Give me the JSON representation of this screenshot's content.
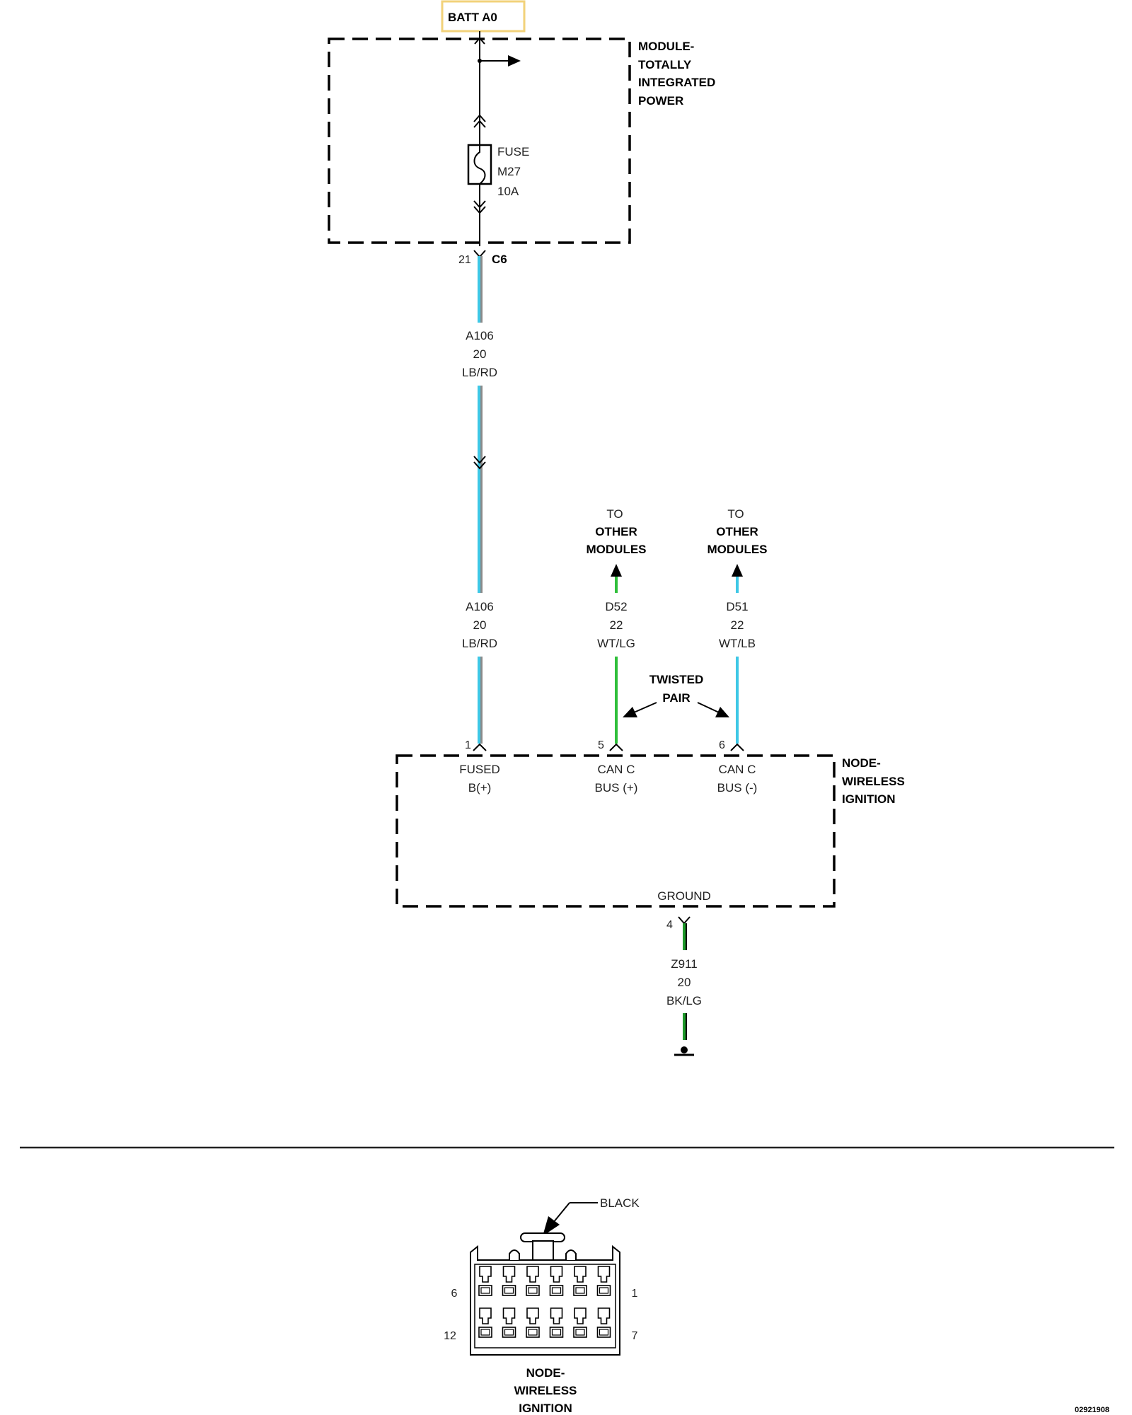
{
  "battery": {
    "label": "BATT A0",
    "box_color": "#f2d27a"
  },
  "power_module": {
    "name_lines": [
      "MODULE-",
      "TOTALLY",
      "INTEGRATED",
      "POWER"
    ]
  },
  "fuse": {
    "lines": [
      "FUSE",
      "M27",
      "10A"
    ]
  },
  "c6_connector": {
    "pin": "21",
    "name": "C6"
  },
  "wires": {
    "a106_top": {
      "lines": [
        "A106",
        "20",
        "LB/RD"
      ]
    },
    "a106_bottom": {
      "lines": [
        "A106",
        "20",
        "LB/RD"
      ]
    },
    "d52": {
      "lines": [
        "D52",
        "22",
        "WT/LG"
      ],
      "pin": "5"
    },
    "d51": {
      "lines": [
        "D51",
        "22",
        "WT/LB"
      ],
      "pin": "6"
    },
    "fused_pin": "1",
    "z911": {
      "lines": [
        "Z911",
        "20",
        "BK/LG"
      ],
      "pin": "4"
    }
  },
  "to_other_modules_left": {
    "lines": [
      "TO",
      "OTHER",
      "MODULES"
    ]
  },
  "to_other_modules_right": {
    "lines": [
      "TO",
      "OTHER",
      "MODULES"
    ]
  },
  "twisted_pair": {
    "lines": [
      "TWISTED",
      "PAIR"
    ]
  },
  "node": {
    "name_lines": [
      "NODE-",
      "WIRELESS",
      "IGNITION"
    ],
    "pins": {
      "fused": [
        "FUSED",
        "B(+)"
      ],
      "can_plus": [
        "CAN C",
        "BUS (+)"
      ],
      "can_minus": [
        "CAN C",
        "BUS (-)"
      ],
      "ground": "GROUND"
    }
  },
  "connector_view": {
    "color_label": "BLACK",
    "pin_labels": {
      "top_left": "6",
      "top_right": "1",
      "bottom_left": "12",
      "bottom_right": "7"
    },
    "name_lines": [
      "NODE-",
      "WIRELESS",
      "IGNITION"
    ]
  },
  "figure_id": "02921908",
  "colors": {
    "light_blue": "#3ec8e6",
    "green": "#2fbf3a",
    "dark_green": "#1e9a2a",
    "red_stripe": "#8a8a8a"
  }
}
